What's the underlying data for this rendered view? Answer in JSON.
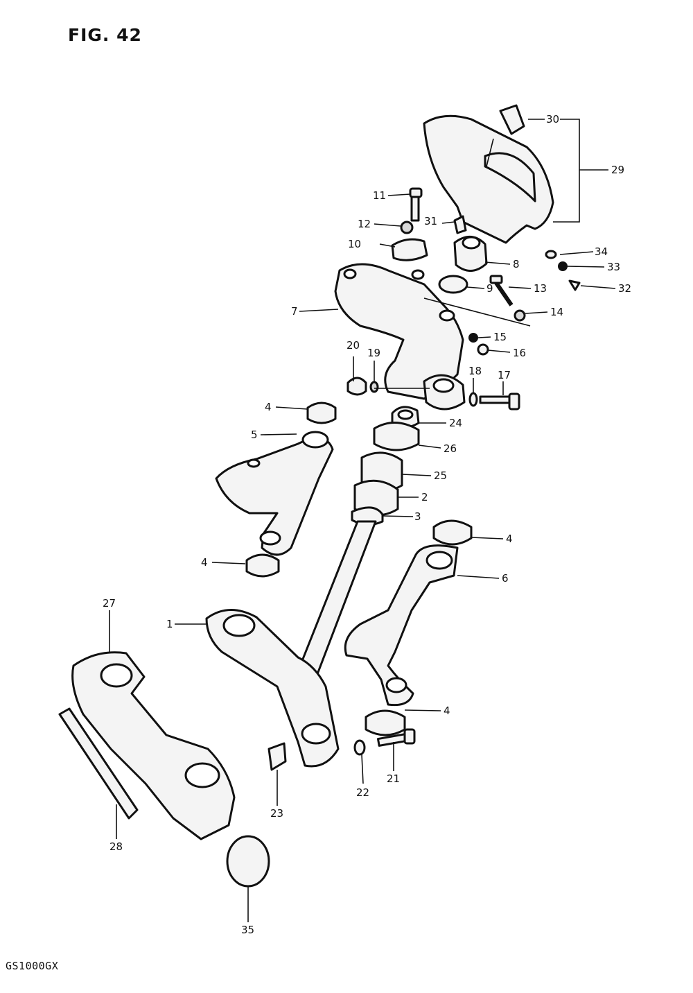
{
  "figure": {
    "title": "FIG. 42",
    "model_code": "GS1000GX"
  },
  "callouts": {
    "c1": "1",
    "c2": "2",
    "c3": "3",
    "c4a": "4",
    "c4b": "4",
    "c4c": "4",
    "c4d": "4",
    "c5": "5",
    "c6": "6",
    "c7": "7",
    "c8": "8",
    "c9": "9",
    "c10": "10",
    "c11": "11",
    "c12": "12",
    "c13": "13",
    "c14": "14",
    "c15": "15",
    "c16": "16",
    "c17": "17",
    "c18": "18",
    "c19": "19",
    "c20": "20",
    "c21": "21",
    "c22": "22",
    "c23": "23",
    "c24": "24",
    "c25": "25",
    "c26": "26",
    "c27": "27",
    "c28": "28",
    "c29": "29",
    "c30": "30",
    "c31": "31",
    "c32": "32",
    "c33": "33",
    "c34": "34",
    "c35": "35"
  }
}
